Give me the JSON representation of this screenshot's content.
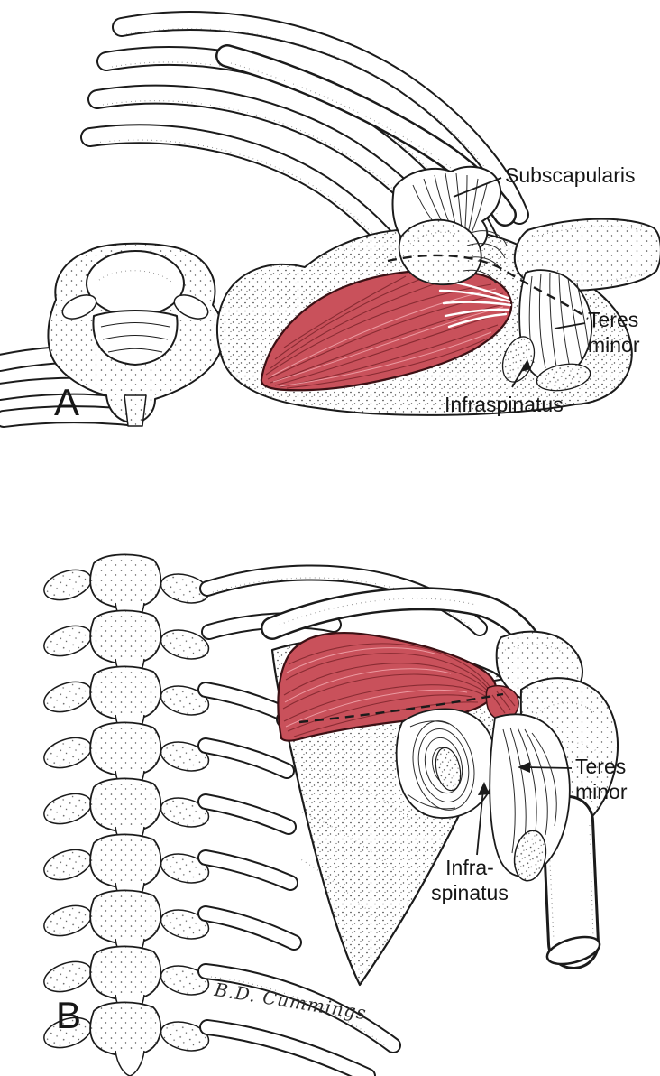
{
  "colors": {
    "muscle_red": "#c9515b",
    "muscle_red_dark": "#7c242c",
    "muscle_red_light": "#efa2a8",
    "ink": "#1b1b1b",
    "background": "#ffffff"
  },
  "panel_a": {
    "letter": "A",
    "labels": {
      "subscapularis": "Subscapularis",
      "teres_minor": "Teres\nminor",
      "infraspinatus": "Infraspinatus"
    }
  },
  "panel_b": {
    "letter": "B",
    "labels": {
      "teres_minor": "Teres\nminor",
      "infraspinatus": "Infra-\nspinatus"
    },
    "signature": "B.D. Cummings"
  }
}
